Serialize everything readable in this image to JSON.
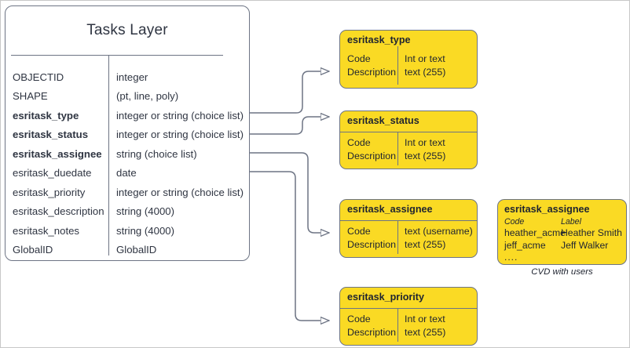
{
  "diagram": {
    "entity": {
      "title": "Tasks Layer",
      "fields": [
        {
          "name": "OBJECTID",
          "type": "integer",
          "bold": false
        },
        {
          "name": "SHAPE",
          "type": "(pt, line, poly)",
          "bold": false
        },
        {
          "name": "esritask_type",
          "type": "integer or string (choice list)",
          "bold": true
        },
        {
          "name": "esritask_status",
          "type": "integer or string (choice list)",
          "bold": true
        },
        {
          "name": "esritask_assignee",
          "type": "string (choice list)",
          "bold": true
        },
        {
          "name": "esritask_duedate",
          "type": "date",
          "bold": false
        },
        {
          "name": "esritask_priority",
          "type": "integer or string (choice list)",
          "bold": false
        },
        {
          "name": "esritask_description",
          "type": "string (4000)",
          "bold": false
        },
        {
          "name": "esritask_notes",
          "type": "string (4000)",
          "bold": false
        },
        {
          "name": "GlobalID",
          "type": "GlobalID",
          "bold": false
        }
      ]
    },
    "domains": [
      {
        "title": "esritask_type",
        "left_lines": [
          "Code",
          "Description"
        ],
        "right_lines": [
          "Int or text",
          "text (255)"
        ]
      },
      {
        "title": "esritask_status",
        "left_lines": [
          "Code",
          "Description"
        ],
        "right_lines": [
          "Int or text",
          "text (255)"
        ]
      },
      {
        "title": "esritask_assignee",
        "left_lines": [
          "Code",
          "Description"
        ],
        "right_lines": [
          "text  (username)",
          "text (255)"
        ]
      },
      {
        "title": "esritask_priority",
        "left_lines": [
          "Code",
          "Description"
        ],
        "right_lines": [
          "Int or text",
          "text (255)"
        ]
      }
    ],
    "cvd": {
      "title": "esritask_assignee",
      "header": {
        "code": "Code",
        "label": "Label"
      },
      "rows": [
        {
          "code": "heather_acme",
          "label": "Heather Smith"
        },
        {
          "code": "jeff_acme",
          "label": "Jeff Walker"
        }
      ],
      "ellipsis": "....",
      "caption": "CVD with users"
    },
    "colors": {
      "domain_fill": "#fada24",
      "stroke": "#6d7484",
      "text": "#2f3542",
      "page_border": "#c8c8c8"
    }
  }
}
